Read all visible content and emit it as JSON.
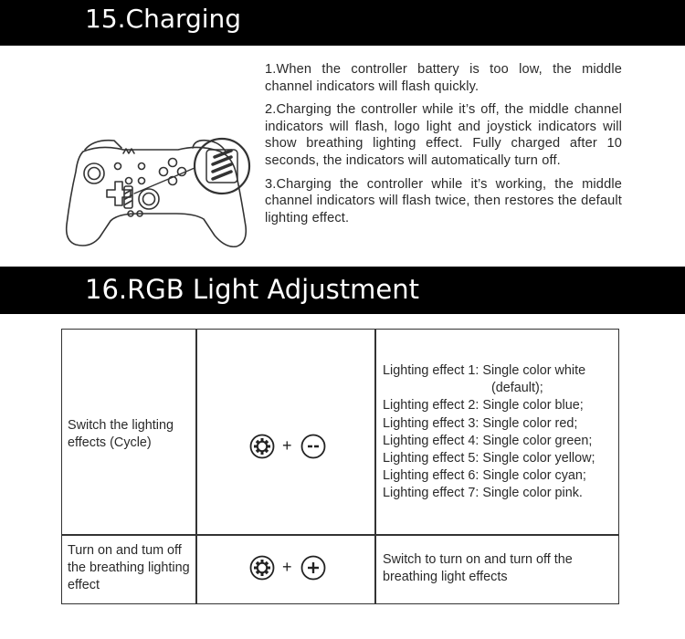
{
  "section15": {
    "title": "15.Charging",
    "paragraphs": [
      "1.When the controller battery is too low, the middle channel indicators will flash quickly.",
      "2.Charging the controller while it’s off, the middle channel indicators will flash, logo light and joystick indicators will show breathing lighting effect. Fully charged after 10 seconds, the indicators will automatically turn off.",
      "3.Charging the controller while it’s working, the middle channel indicators will flash twice, then restores the default lighting effect."
    ]
  },
  "section16": {
    "title": "16.RGB Light Adjustment",
    "rows": [
      {
        "function": "Switch the lighting effects (Cycle)",
        "buttons": [
          "turbo-button-icon",
          "minus-button-icon"
        ],
        "plus": "+",
        "description_lines": [
          "Lighting effect 1: Single color white",
          "(default);",
          "Lighting effect 2: Single color blue;",
          "Lighting effect 3: Single color red;",
          "Lighting effect 4: Single color green;",
          "Lighting effect 5: Single color yellow;",
          "Lighting effect 6: Single color cyan;",
          "Lighting effect 7: Single color pink."
        ]
      },
      {
        "function": "Turn on and tum off the breathing lighting effect",
        "buttons": [
          "turbo-button-icon",
          "plus-button-icon"
        ],
        "plus": "+",
        "description": "Switch to turn on and turn off the breathing light effects"
      }
    ]
  },
  "colors": {
    "banner": "#000000",
    "banner_text": "#ffffff",
    "body_text": "#222222",
    "line": "#333333"
  }
}
